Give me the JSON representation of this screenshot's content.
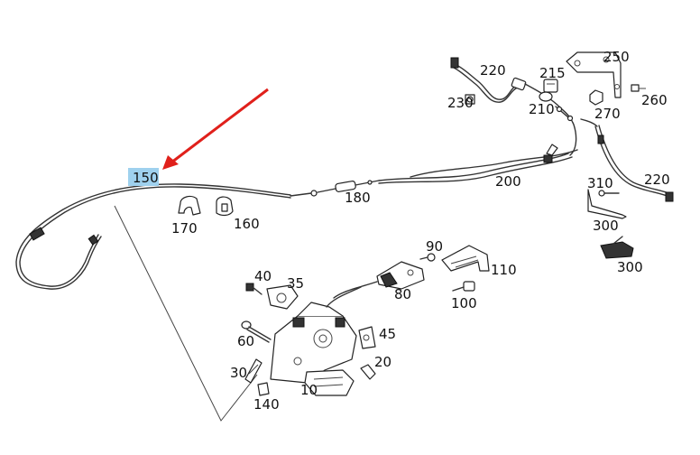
{
  "diagram": {
    "highlight_color": "#9fd1ee",
    "arrow_color": "#e0201b",
    "labels": {
      "l150": "150",
      "l170": "170",
      "l160": "160",
      "l180": "180",
      "l200": "200",
      "l220a": "220",
      "l230": "230",
      "l215": "215",
      "l210": "210",
      "l250": "250",
      "l270": "270",
      "l260": "260",
      "l220b": "220",
      "l310": "310",
      "l300a": "300",
      "l300b": "300",
      "l90": "90",
      "l110": "110",
      "l80": "80",
      "l100": "100",
      "l40": "40",
      "l35": "35",
      "l60": "60",
      "l45": "45",
      "l30": "30",
      "l20": "20",
      "l10": "10",
      "l140": "140"
    }
  }
}
